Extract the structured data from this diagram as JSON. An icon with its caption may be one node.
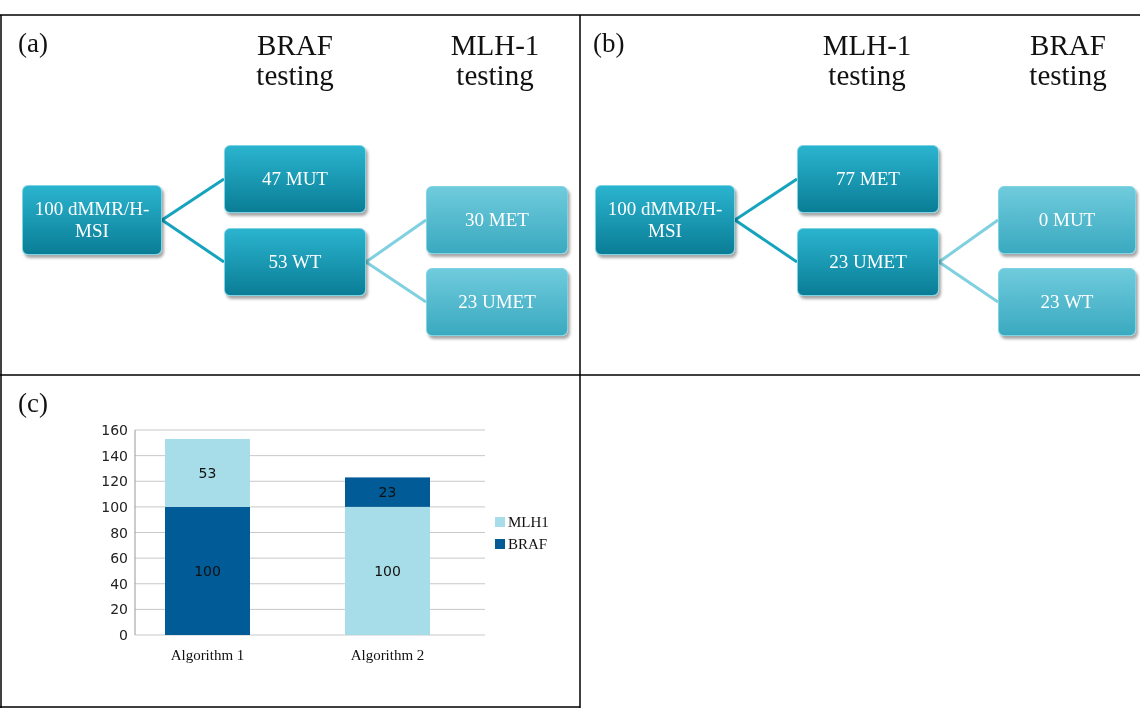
{
  "diagram": {
    "nodes": [
      {
        "text": [
          "100 dMMR/H-MSI"
        ]
      },
      {
        "text": [
          "47 MUT"
        ]
      },
      {
        "text": [
          "53 WT"
        ]
      },
      {
        "text": [
          "30 MET"
        ]
      },
      {
        "text": [
          "23 UMET"
        ]
      },
      {
        "text": [
          "100 dMMR/H-MSI"
        ]
      },
      {
        "text": [
          "77 MET"
        ]
      },
      {
        "text": [
          "23 UMET"
        ]
      },
      {
        "text": [
          "0 MUT"
        ]
      },
      {
        "text": [
          "23 WT"
        ]
      }
    ],
    "edges": [
      {
        "from": 0,
        "to": 1,
        "arrow": "none"
      },
      {
        "from": 0,
        "to": 2,
        "arrow": "none"
      },
      {
        "from": 2,
        "to": 3,
        "arrow": "none",
        "color": "#7fd0e0"
      },
      {
        "from": 2,
        "to": 4,
        "arrow": "none",
        "color": "#7fd0e0"
      },
      {
        "from": 5,
        "to": 6,
        "arrow": "none"
      },
      {
        "from": 5,
        "to": 7,
        "arrow": "none"
      },
      {
        "from": 7,
        "to": 8,
        "arrow": "none",
        "color": "#7fd0e0"
      },
      {
        "from": 7,
        "to": 9,
        "arrow": "none",
        "color": "#7fd0e0"
      }
    ],
    "labels": [
      "(a)",
      "BRAF testing",
      "MLH-1 testing",
      "(b)",
      "MLH-1 testing",
      "BRAF testing",
      "(c)"
    ],
    "chart_data": {
      "type": "bar",
      "stacked": true,
      "categories": [
        "Algorithm 1",
        "Algorithm 2"
      ],
      "series": [
        {
          "name": "MLH1",
          "color": "#a6dde8",
          "values": [
            53,
            100
          ]
        },
        {
          "name": "BRAF",
          "color": "#005b96",
          "values": [
            100,
            23
          ]
        }
      ],
      "legend": "right",
      "grid": true,
      "ylim": [
        0,
        160
      ],
      "yticks": [
        0,
        20,
        40,
        60,
        80,
        100,
        120,
        140,
        160
      ],
      "data_labels": true
    }
  }
}
